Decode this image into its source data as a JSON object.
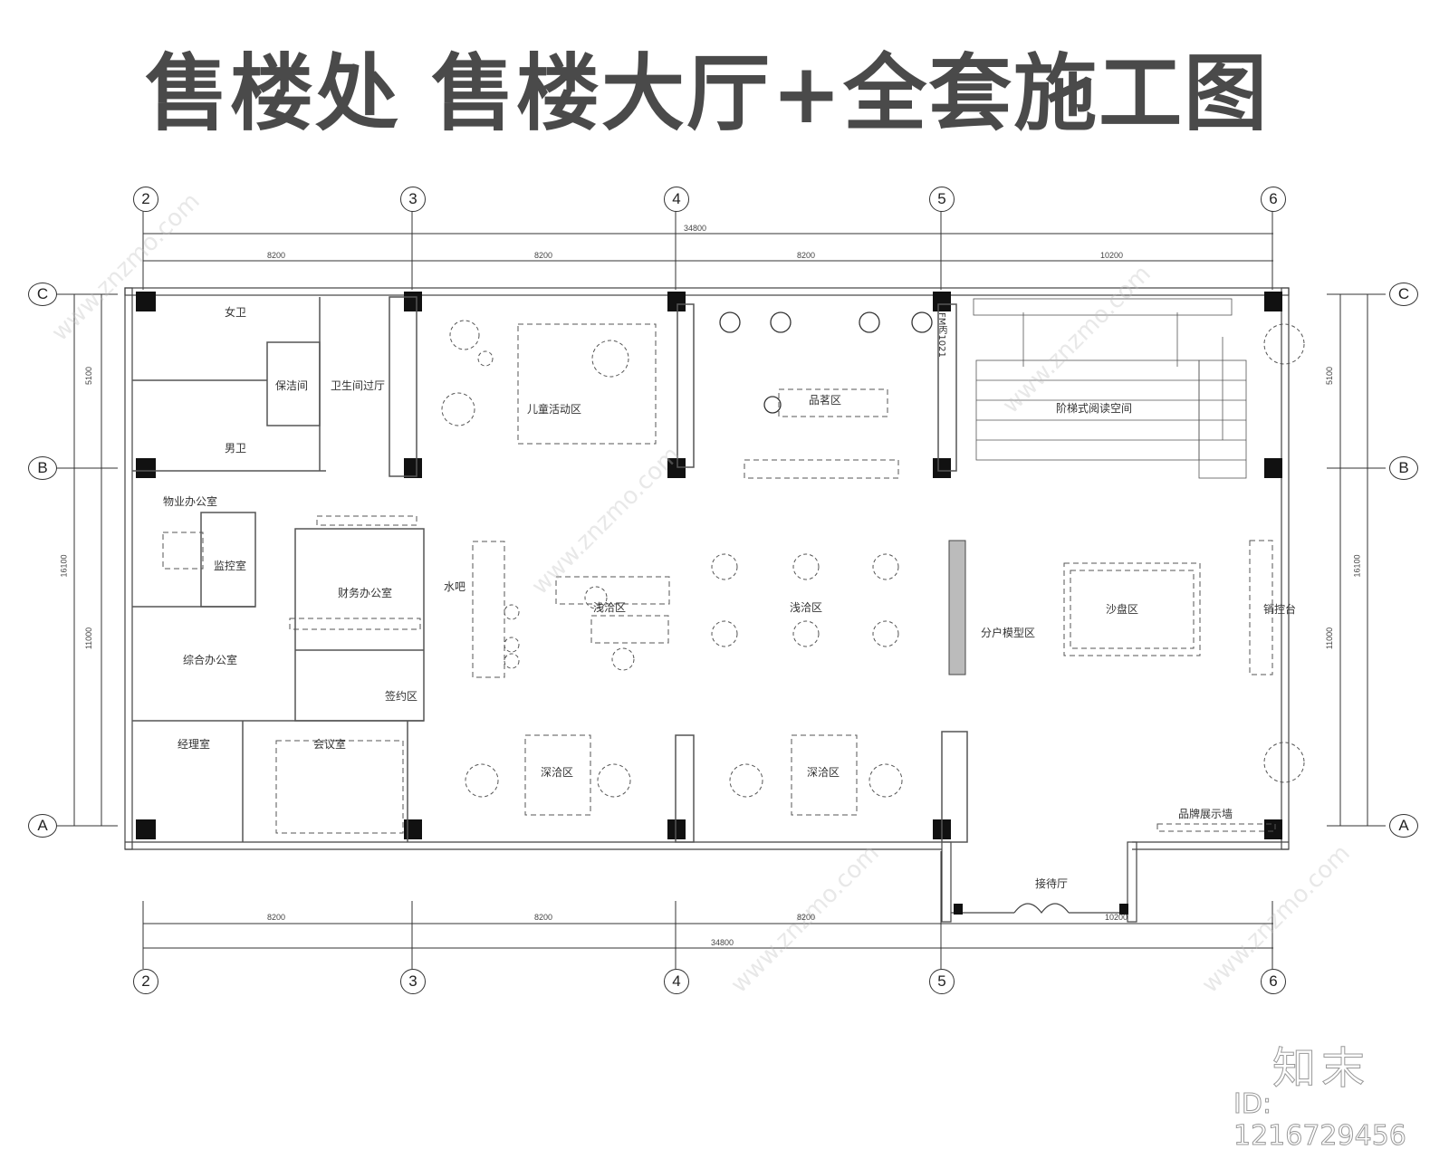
{
  "title": "售楼处 售楼大厅+全套施工图",
  "grid_axes": {
    "columns": [
      "2",
      "3",
      "4",
      "5",
      "6"
    ],
    "rows": [
      "C",
      "B",
      "A"
    ]
  },
  "dimensions": {
    "top_total": "34800",
    "top_spans": [
      "8200",
      "8200",
      "8200",
      "10200"
    ],
    "bottom_spans": [
      "8200",
      "8200",
      "8200",
      "10200"
    ],
    "bottom_total": "34800",
    "left_spans": [
      "5100",
      "11000"
    ],
    "left_total": "16100",
    "right_spans": [
      "5100",
      "11000"
    ],
    "right_total": "16100"
  },
  "rooms": {
    "womens_restroom": "女卫",
    "mens_restroom": "男卫",
    "janitor_room": "保洁间",
    "restroom_lobby": "卫生间过厅",
    "kids_area": "儿童活动区",
    "tea_area": "品茗区",
    "reading_space": "阶梯式阅读空间",
    "door_tag": "FM丙1021",
    "property_office": "物业办公室",
    "monitor_room": "监控室",
    "finance_office": "财务办公室",
    "general_office": "综合办公室",
    "signing_area": "签约区",
    "manager_office": "经理室",
    "meeting_room": "会议室",
    "water_bar": "水吧",
    "casual_talk_1": "浅洽区",
    "casual_talk_2": "浅洽区",
    "deep_talk_1": "深洽区",
    "deep_talk_2": "深洽区",
    "unit_models": "分户模型区",
    "sand_table": "沙盘区",
    "sales_desk": "销控台",
    "brand_wall": "品牌展示墙",
    "reception": "接待厅"
  },
  "watermark": {
    "brand": "知末",
    "id": "ID: 1216729456",
    "site": "www.znzmo.com"
  }
}
